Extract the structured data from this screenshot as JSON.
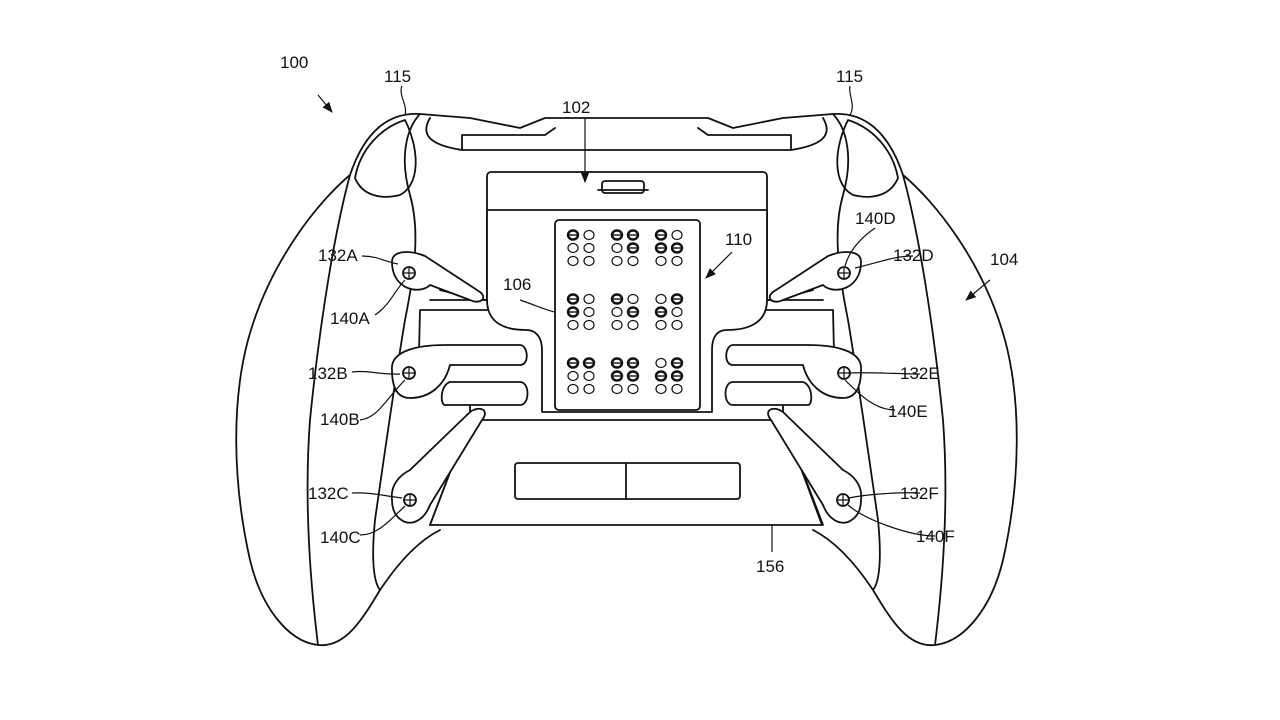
{
  "figure": {
    "reference_numerals": {
      "device": "100",
      "trigger_left": "115",
      "trigger_right": "115",
      "module": "102",
      "controller_body": "104",
      "braille_display": "110",
      "backplate": "106",
      "paddle_a": "132A",
      "paddle_b": "132B",
      "paddle_c": "132C",
      "paddle_d": "132D",
      "paddle_e": "132E",
      "paddle_f": "132F",
      "pivot_a": "140A",
      "pivot_b": "140B",
      "pivot_c": "140C",
      "pivot_d": "140D",
      "pivot_e": "140E",
      "pivot_f": "140F",
      "base": "156"
    },
    "braille_cells": [
      [
        [
          1
        ],
        [
          1,
          4,
          5
        ],
        [
          1,
          2,
          5
        ]
      ],
      [
        [
          1,
          2
        ],
        [
          1,
          5
        ],
        [
          2,
          4
        ]
      ],
      [
        [
          1,
          4
        ],
        [
          1,
          2,
          4,
          5
        ],
        [
          2,
          4,
          5
        ]
      ]
    ]
  }
}
